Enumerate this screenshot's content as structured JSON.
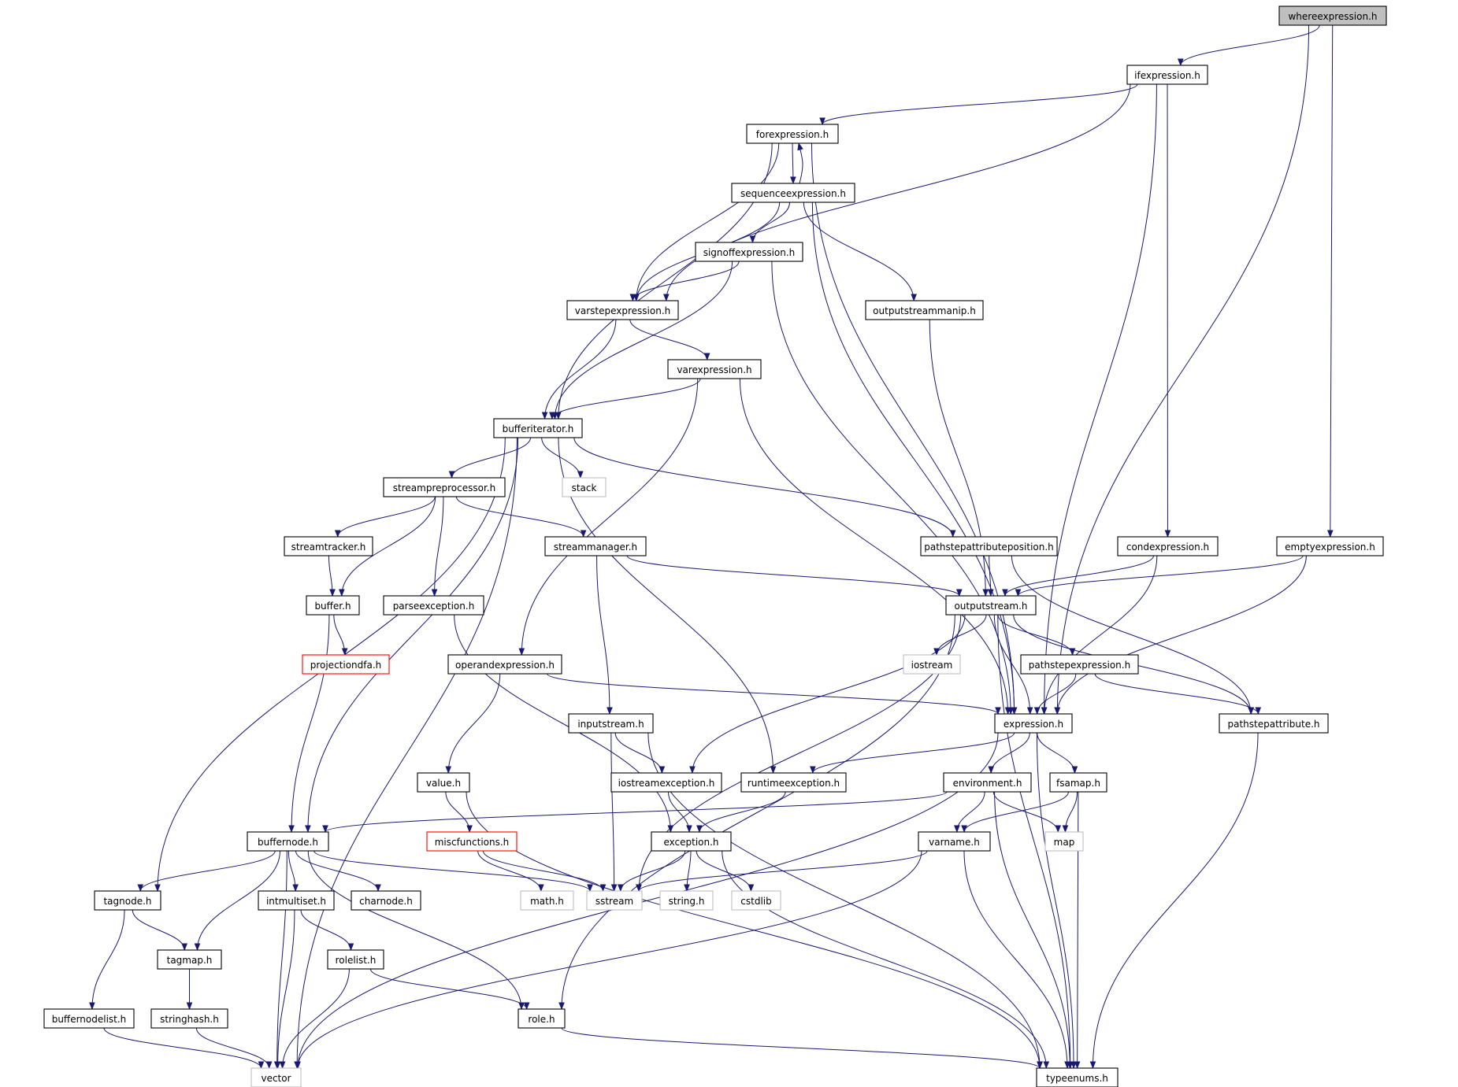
{
  "graph": {
    "edge_color": "#191970",
    "nodes": [
      {
        "id": "whereexpression",
        "label": "whereexpression.h",
        "kind": "root"
      },
      {
        "id": "ifexpression",
        "label": "ifexpression.h",
        "kind": "normal"
      },
      {
        "id": "forexpression",
        "label": "forexpression.h",
        "kind": "normal"
      },
      {
        "id": "sequenceexpression",
        "label": "sequenceexpression.h",
        "kind": "normal"
      },
      {
        "id": "signoffexpression",
        "label": "signoffexpression.h",
        "kind": "normal"
      },
      {
        "id": "varstepexpression",
        "label": "varstepexpression.h",
        "kind": "normal"
      },
      {
        "id": "outputstreammanip",
        "label": "outputstreammanip.h",
        "kind": "normal"
      },
      {
        "id": "varexpression",
        "label": "varexpression.h",
        "kind": "normal"
      },
      {
        "id": "bufferiterator",
        "label": "bufferiterator.h",
        "kind": "normal"
      },
      {
        "id": "stack",
        "label": "stack",
        "kind": "ext"
      },
      {
        "id": "streampreprocessor",
        "label": "streampreprocessor.h",
        "kind": "normal"
      },
      {
        "id": "streamtracker",
        "label": "streamtracker.h",
        "kind": "normal"
      },
      {
        "id": "streammanager",
        "label": "streammanager.h",
        "kind": "normal"
      },
      {
        "id": "pathstepattributeposition",
        "label": "pathstepattributeposition.h",
        "kind": "normal"
      },
      {
        "id": "condexpression",
        "label": "condexpression.h",
        "kind": "normal"
      },
      {
        "id": "emptyexpression",
        "label": "emptyexpression.h",
        "kind": "normal"
      },
      {
        "id": "buffer",
        "label": "buffer.h",
        "kind": "normal"
      },
      {
        "id": "parseexception",
        "label": "parseexception.h",
        "kind": "normal"
      },
      {
        "id": "outputstream",
        "label": "outputstream.h",
        "kind": "normal"
      },
      {
        "id": "projectiondfa",
        "label": "projectiondfa.h",
        "kind": "red"
      },
      {
        "id": "operandexpression",
        "label": "operandexpression.h",
        "kind": "normal"
      },
      {
        "id": "iostream",
        "label": "iostream",
        "kind": "ext"
      },
      {
        "id": "pathstepexpression",
        "label": "pathstepexpression.h",
        "kind": "normal"
      },
      {
        "id": "inputstream",
        "label": "inputstream.h",
        "kind": "normal"
      },
      {
        "id": "expression",
        "label": "expression.h",
        "kind": "normal"
      },
      {
        "id": "pathstepattribute",
        "label": "pathstepattribute.h",
        "kind": "normal"
      },
      {
        "id": "value",
        "label": "value.h",
        "kind": "normal"
      },
      {
        "id": "iostreamexception",
        "label": "iostreamexception.h",
        "kind": "normal"
      },
      {
        "id": "runtimeexception",
        "label": "runtimeexception.h",
        "kind": "normal"
      },
      {
        "id": "environment",
        "label": "environment.h",
        "kind": "normal"
      },
      {
        "id": "fsamap",
        "label": "fsamap.h",
        "kind": "normal"
      },
      {
        "id": "buffernode",
        "label": "buffernode.h",
        "kind": "normal"
      },
      {
        "id": "miscfunctions",
        "label": "miscfunctions.h",
        "kind": "red"
      },
      {
        "id": "exception",
        "label": "exception.h",
        "kind": "normal"
      },
      {
        "id": "varname",
        "label": "varname.h",
        "kind": "normal"
      },
      {
        "id": "map",
        "label": "map",
        "kind": "ext"
      },
      {
        "id": "tagnode",
        "label": "tagnode.h",
        "kind": "normal"
      },
      {
        "id": "intmultiset",
        "label": "intmultiset.h",
        "kind": "normal"
      },
      {
        "id": "charnode",
        "label": "charnode.h",
        "kind": "normal"
      },
      {
        "id": "mathh",
        "label": "math.h",
        "kind": "ext"
      },
      {
        "id": "sstream",
        "label": "sstream",
        "kind": "ext"
      },
      {
        "id": "stringh",
        "label": "string.h",
        "kind": "ext"
      },
      {
        "id": "cstdlib",
        "label": "cstdlib",
        "kind": "ext"
      },
      {
        "id": "tagmap",
        "label": "tagmap.h",
        "kind": "normal"
      },
      {
        "id": "rolelist",
        "label": "rolelist.h",
        "kind": "normal"
      },
      {
        "id": "buffernodelist",
        "label": "buffernodelist.h",
        "kind": "normal"
      },
      {
        "id": "stringhash",
        "label": "stringhash.h",
        "kind": "normal"
      },
      {
        "id": "role",
        "label": "role.h",
        "kind": "normal"
      },
      {
        "id": "vector",
        "label": "vector",
        "kind": "ext"
      },
      {
        "id": "typeenums",
        "label": "typeenums.h",
        "kind": "normal"
      }
    ],
    "edges": [
      [
        "whereexpression",
        "ifexpression"
      ],
      [
        "whereexpression",
        "emptyexpression"
      ],
      [
        "whereexpression",
        "expression"
      ],
      [
        "ifexpression",
        "forexpression"
      ],
      [
        "ifexpression",
        "varstepexpression"
      ],
      [
        "ifexpression",
        "condexpression"
      ],
      [
        "ifexpression",
        "expression"
      ],
      [
        "forexpression",
        "sequenceexpression"
      ],
      [
        "forexpression",
        "varstepexpression"
      ],
      [
        "forexpression",
        "bufferiterator"
      ],
      [
        "forexpression",
        "expression"
      ],
      [
        "sequenceexpression",
        "forexpression"
      ],
      [
        "sequenceexpression",
        "signoffexpression"
      ],
      [
        "sequenceexpression",
        "varstepexpression"
      ],
      [
        "sequenceexpression",
        "outputstreammanip"
      ],
      [
        "sequenceexpression",
        "expression"
      ],
      [
        "signoffexpression",
        "varstepexpression"
      ],
      [
        "signoffexpression",
        "bufferiterator"
      ],
      [
        "signoffexpression",
        "expression"
      ],
      [
        "varstepexpression",
        "varexpression"
      ],
      [
        "varstepexpression",
        "bufferiterator"
      ],
      [
        "outputstreammanip",
        "outputstream"
      ],
      [
        "varexpression",
        "bufferiterator"
      ],
      [
        "varexpression",
        "operandexpression"
      ],
      [
        "varexpression",
        "expression"
      ],
      [
        "bufferiterator",
        "stack"
      ],
      [
        "bufferiterator",
        "streampreprocessor"
      ],
      [
        "bufferiterator",
        "pathstepattributeposition"
      ],
      [
        "bufferiterator",
        "runtimeexception"
      ],
      [
        "bufferiterator",
        "buffernode"
      ],
      [
        "bufferiterator",
        "tagnode"
      ],
      [
        "bufferiterator",
        "vector"
      ],
      [
        "streampreprocessor",
        "streamtracker"
      ],
      [
        "streampreprocessor",
        "streammanager"
      ],
      [
        "streampreprocessor",
        "buffer"
      ],
      [
        "streampreprocessor",
        "parseexception"
      ],
      [
        "streamtracker",
        "buffer"
      ],
      [
        "streammanager",
        "outputstream"
      ],
      [
        "streammanager",
        "inputstream"
      ],
      [
        "pathstepattributeposition",
        "outputstream"
      ],
      [
        "pathstepattributeposition",
        "pathstepattribute"
      ],
      [
        "condexpression",
        "outputstream"
      ],
      [
        "condexpression",
        "expression"
      ],
      [
        "emptyexpression",
        "outputstream"
      ],
      [
        "emptyexpression",
        "expression"
      ],
      [
        "buffer",
        "projectiondfa"
      ],
      [
        "buffer",
        "buffernode"
      ],
      [
        "parseexception",
        "exception"
      ],
      [
        "outputstream",
        "iostream"
      ],
      [
        "outputstream",
        "pathstepexpression"
      ],
      [
        "outputstream",
        "expression"
      ],
      [
        "outputstream",
        "pathstepattribute"
      ],
      [
        "outputstream",
        "sstream"
      ],
      [
        "outputstream",
        "iostreamexception"
      ],
      [
        "outputstream",
        "role"
      ],
      [
        "outputstream",
        "typeenums"
      ],
      [
        "operandexpression",
        "expression"
      ],
      [
        "operandexpression",
        "value"
      ],
      [
        "pathstepexpression",
        "expression"
      ],
      [
        "pathstepexpression",
        "pathstepattribute"
      ],
      [
        "inputstream",
        "iostreamexception"
      ],
      [
        "inputstream",
        "sstream"
      ],
      [
        "inputstream",
        "typeenums"
      ],
      [
        "expression",
        "runtimeexception"
      ],
      [
        "expression",
        "environment"
      ],
      [
        "expression",
        "fsamap"
      ],
      [
        "expression",
        "typeenums"
      ],
      [
        "expression",
        "vector"
      ],
      [
        "pathstepattribute",
        "typeenums"
      ],
      [
        "value",
        "miscfunctions"
      ],
      [
        "value",
        "typeenums"
      ],
      [
        "iostreamexception",
        "exception"
      ],
      [
        "runtimeexception",
        "exception"
      ],
      [
        "environment",
        "varname"
      ],
      [
        "environment",
        "map"
      ],
      [
        "environment",
        "typeenums"
      ],
      [
        "environment",
        "buffernode"
      ],
      [
        "fsamap",
        "varname"
      ],
      [
        "fsamap",
        "map"
      ],
      [
        "fsamap",
        "typeenums"
      ],
      [
        "buffernode",
        "tagnode"
      ],
      [
        "buffernode",
        "tagmap"
      ],
      [
        "buffernode",
        "intmultiset"
      ],
      [
        "buffernode",
        "charnode"
      ],
      [
        "buffernode",
        "sstream"
      ],
      [
        "buffernode",
        "role"
      ],
      [
        "buffernode",
        "vector"
      ],
      [
        "miscfunctions",
        "mathh"
      ],
      [
        "miscfunctions",
        "sstream"
      ],
      [
        "exception",
        "sstream"
      ],
      [
        "exception",
        "stringh"
      ],
      [
        "exception",
        "cstdlib"
      ],
      [
        "exception",
        "typeenums"
      ],
      [
        "varname",
        "sstream"
      ],
      [
        "varname",
        "typeenums"
      ],
      [
        "varname",
        "vector"
      ],
      [
        "tagnode",
        "tagmap"
      ],
      [
        "tagnode",
        "buffernodelist"
      ],
      [
        "intmultiset",
        "rolelist"
      ],
      [
        "intmultiset",
        "vector"
      ],
      [
        "tagmap",
        "stringhash"
      ],
      [
        "rolelist",
        "role"
      ],
      [
        "rolelist",
        "vector"
      ],
      [
        "buffernodelist",
        "vector"
      ],
      [
        "stringhash",
        "vector"
      ],
      [
        "role",
        "typeenums"
      ]
    ]
  }
}
